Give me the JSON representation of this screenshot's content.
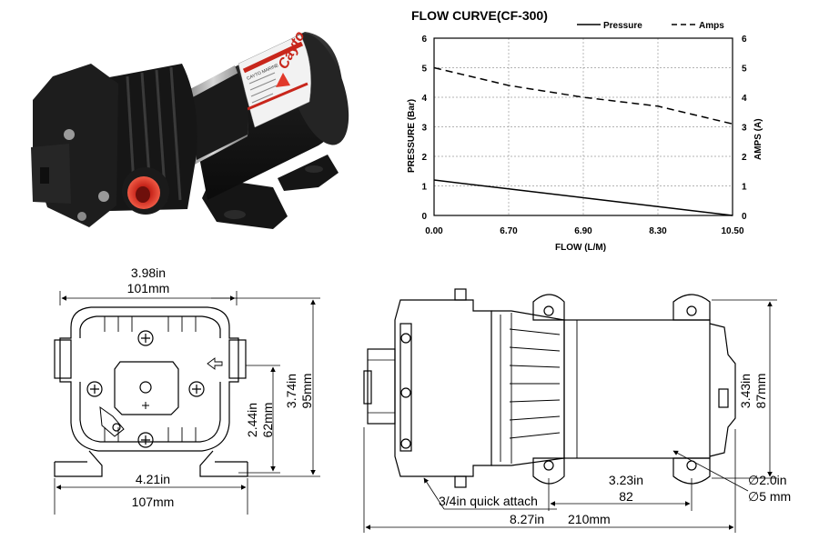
{
  "photo": {
    "brand_text": "Cayto",
    "sticker_text": "CAYTO MARINE",
    "colors": {
      "body": "#1b1b1b",
      "inlet": "#e1392a",
      "label": "#f2f2f2",
      "band": "#b0b0b0"
    }
  },
  "chart_data": {
    "type": "line",
    "title": "FLOW CURVE(CF-300)",
    "xlabel": "FLOW (L/M)",
    "ylabel_left": "PRESSURE (Bar)",
    "ylabel_right": "AMPS (A)",
    "x_ticks": [
      "0.00",
      "6.70",
      "6.90",
      "8.30",
      "10.50"
    ],
    "y_ticks_left": [
      "0",
      "1",
      "2",
      "3",
      "4",
      "5",
      "6"
    ],
    "y_ticks_right": [
      "0",
      "1",
      "2",
      "3",
      "4",
      "5",
      "6"
    ],
    "ylim": [
      0,
      6
    ],
    "grid": true,
    "legend_position": "top-right",
    "series": [
      {
        "name": "Pressure",
        "axis": "left",
        "style": "solid",
        "values": [
          1.2,
          0.9,
          0.6,
          0.3,
          0.0
        ]
      },
      {
        "name": "Amps",
        "axis": "right",
        "style": "dashed",
        "values": [
          5.0,
          4.4,
          4.0,
          3.7,
          3.1
        ]
      }
    ]
  },
  "front_view": {
    "top_width_in": "3.98in",
    "top_width_mm": "101mm",
    "bottom_width_in": "4.21in",
    "bottom_width_mm": "107mm",
    "inner_height_in": "2.44in",
    "inner_height_mm": "62mm",
    "total_height_in": "3.74in",
    "total_height_mm": "95mm"
  },
  "side_view": {
    "height_in": "3.43in",
    "height_mm": "87mm",
    "mount_spacing_in": "3.23in",
    "mount_spacing_mm": "82",
    "hole_dia_in": "∅2.0in",
    "hole_dia_mm": "∅5 mm",
    "inlet_label": "3/4in quick attach",
    "total_length_in": "8.27in",
    "total_length_mm": "210mm"
  },
  "colors": {
    "line": "#000000",
    "grid": "#9a9a9a",
    "bg": "#ffffff"
  }
}
